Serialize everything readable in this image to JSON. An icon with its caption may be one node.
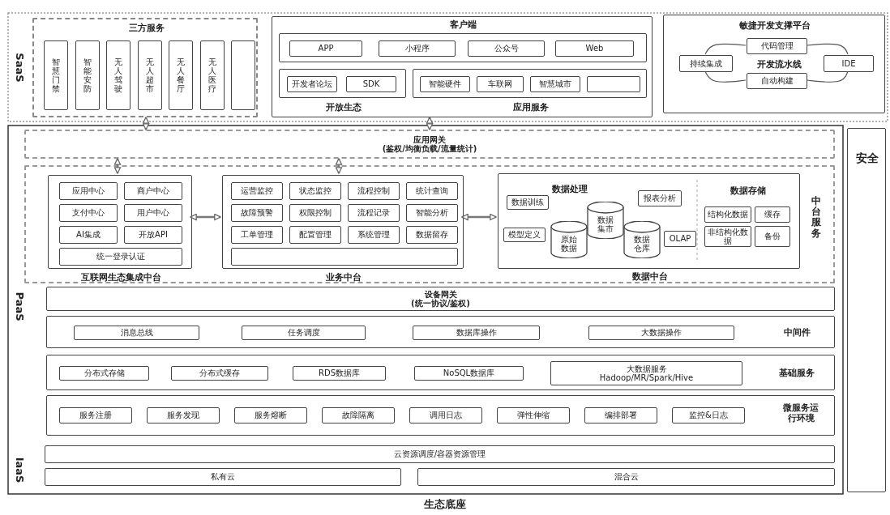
{
  "diagram": {
    "caption": "生态底座",
    "nodes": [
      {
        "text": [
          "三方服务"
        ]
      },
      {
        "text": [
          "智慧门禁"
        ],
        "in": 0
      },
      {
        "text": [
          "智能安防"
        ],
        "in": 0
      },
      {
        "text": [
          "无人驾驶"
        ],
        "in": 0
      },
      {
        "text": [
          "无人超市"
        ],
        "in": 0
      },
      {
        "text": [
          "无人餐厅"
        ],
        "in": 0
      },
      {
        "text": [
          "无人医疗"
        ],
        "in": 0
      },
      {
        "text": [],
        "shape": "box",
        "in": 0
      },
      {
        "text": [
          "客户端"
        ]
      },
      {
        "text": [],
        "shape": "box",
        "in": 8
      },
      {
        "text": [
          "APP"
        ],
        "in": 9
      },
      {
        "text": [
          "小程序"
        ],
        "in": 9
      },
      {
        "text": [
          "公众号"
        ],
        "in": 9
      },
      {
        "text": [
          "Web"
        ],
        "in": 9
      },
      {
        "text": [
          "开放生态"
        ],
        "in": 8
      },
      {
        "text": [
          "开发者论坛"
        ],
        "in": 14
      },
      {
        "text": [
          "SDK"
        ],
        "in": 14
      },
      {
        "text": [
          "应用服务"
        ],
        "in": 8
      },
      {
        "text": [
          "智能硬件"
        ],
        "in": 17
      },
      {
        "text": [
          "车联网"
        ],
        "in": 17
      },
      {
        "text": [
          "智慧城市"
        ],
        "in": 17
      },
      {
        "text": [],
        "shape": "box",
        "in": 17
      },
      {
        "text": [
          "敏捷开发支撑平台",
          "开发流水线"
        ]
      },
      {
        "text": [
          "代码管理"
        ],
        "in": 22
      },
      {
        "text": [
          "持续集成"
        ],
        "in": 22
      },
      {
        "text": [
          "IDE"
        ],
        "in": 22
      },
      {
        "text": [
          "自动构建"
        ],
        "in": 22
      },
      {
        "text": [
          "应用网关",
          "(鉴权/均衡负载/流量统计)"
        ]
      },
      {
        "text": [
          "中台服务"
        ]
      },
      {
        "text": [
          "互联网生态集成中台"
        ],
        "in": 28
      },
      {
        "text": [
          "应用中心"
        ],
        "in": 29
      },
      {
        "text": [
          "商户中心"
        ],
        "in": 29
      },
      {
        "text": [
          "支付中心"
        ],
        "in": 29
      },
      {
        "text": [
          "用户中心"
        ],
        "in": 29
      },
      {
        "text": [
          "AI集成"
        ],
        "in": 29
      },
      {
        "text": [
          "开放API"
        ],
        "in": 29
      },
      {
        "text": [
          "统一登录认证"
        ],
        "in": 29
      },
      {
        "text": [
          "业务中台"
        ],
        "in": 28
      },
      {
        "text": [
          "运营监控"
        ],
        "in": 37
      },
      {
        "text": [
          "状态监控"
        ],
        "in": 37
      },
      {
        "text": [
          "流程控制"
        ],
        "in": 37
      },
      {
        "text": [
          "统计查询"
        ],
        "in": 37
      },
      {
        "text": [
          "故障预警"
        ],
        "in": 37
      },
      {
        "text": [
          "权限控制"
        ],
        "in": 37
      },
      {
        "text": [
          "流程记录"
        ],
        "in": 37
      },
      {
        "text": [
          "智能分析"
        ],
        "in": 37
      },
      {
        "text": [
          "工单管理"
        ],
        "in": 37
      },
      {
        "text": [
          "配置管理"
        ],
        "in": 37
      },
      {
        "text": [
          "系统管理"
        ],
        "in": 37
      },
      {
        "text": [
          "数据留存"
        ],
        "in": 37
      },
      {
        "text": [],
        "shape": "box",
        "in": 37
      },
      {
        "text": [
          "数据中台",
          "数据处理",
          "数据存储"
        ],
        "in": 28
      },
      {
        "text": [
          "数据训练"
        ],
        "in": 51
      },
      {
        "text": [
          "报表分析"
        ],
        "in": 51
      },
      {
        "text": [
          "模型定义"
        ],
        "in": 51
      },
      {
        "text": [
          "OLAP"
        ],
        "in": 51
      },
      {
        "text": [
          "原始数据"
        ],
        "in": 51
      },
      {
        "text": [
          "数据集市"
        ],
        "in": 51
      },
      {
        "text": [
          "数据仓库"
        ],
        "in": 51
      },
      {
        "text": [
          "结构化数据"
        ],
        "in": 51
      },
      {
        "text": [
          "缓存"
        ],
        "in": 51
      },
      {
        "text": [
          "非结构化数据"
        ],
        "in": 51
      },
      {
        "text": [
          "备份"
        ],
        "in": 51
      },
      {
        "text": [
          "设备网关",
          "(统一协议/鉴权)"
        ]
      },
      {
        "text": [
          "中间件"
        ]
      },
      {
        "text": [
          "消息总线"
        ],
        "in": 64
      },
      {
        "text": [
          "任务调度"
        ],
        "in": 64
      },
      {
        "text": [
          "数据库操作"
        ],
        "in": 64
      },
      {
        "text": [
          "大数据操作"
        ],
        "in": 64
      },
      {
        "text": [
          "基础服务"
        ]
      },
      {
        "text": [
          "分布式存储"
        ],
        "in": 69
      },
      {
        "text": [
          "分布式缓存"
        ],
        "in": 69
      },
      {
        "text": [
          "RDS数据库"
        ],
        "in": 69
      },
      {
        "text": [
          "NoSQL数据库"
        ],
        "in": 69
      },
      {
        "text": [
          "大数据服务",
          "Hadoop/MR/Spark/Hive"
        ],
        "in": 69
      },
      {
        "text": [
          "微服务运行环境"
        ]
      },
      {
        "text": [
          "服务注册"
        ],
        "in": 75
      },
      {
        "text": [
          "服务发现"
        ],
        "in": 75
      },
      {
        "text": [
          "服务熔断"
        ],
        "in": 75
      },
      {
        "text": [
          "故障隔离"
        ],
        "in": 75
      },
      {
        "text": [
          "调用日志"
        ],
        "in": 75
      },
      {
        "text": [
          "弹性伸缩"
        ],
        "in": 75
      },
      {
        "text": [
          "编排部署"
        ],
        "in": 75
      },
      {
        "text": [
          "监控&日志"
        ],
        "in": 75
      },
      {
        "text": [
          "云资源调度/容器资源管理"
        ]
      },
      {
        "text": [
          "私有云"
        ]
      },
      {
        "text": [
          "混合云"
        ]
      },
      {
        "text": [
          "安全"
        ]
      }
    ],
    "edges": [
      {
        "from": 0,
        "to": 27,
        "arrow": "both"
      },
      {
        "from": 8,
        "to": 27,
        "arrow": "both"
      },
      {
        "from": 27,
        "to": 29,
        "arrow": "both"
      },
      {
        "from": 27,
        "to": 37,
        "arrow": "both"
      },
      {
        "from": 29,
        "to": 37,
        "arrow": "both"
      },
      {
        "from": 37,
        "to": 51,
        "arrow": "both"
      },
      {
        "from": 24,
        "to": 23,
        "arrow": "none"
      },
      {
        "from": 23,
        "to": 25,
        "arrow": "none"
      },
      {
        "from": 25,
        "to": 26,
        "arrow": "none"
      },
      {
        "from": 26,
        "to": 24,
        "arrow": "none"
      }
    ],
    "labels": [
      "SaaS",
      "PaaS",
      "IaaS"
    ]
  }
}
